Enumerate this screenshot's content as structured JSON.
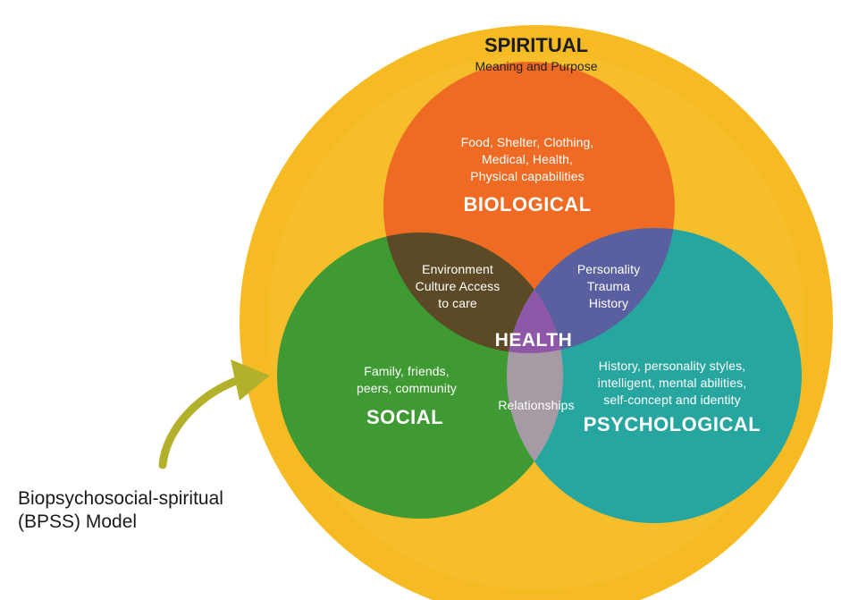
{
  "spiritual": {
    "title": "SPIRITUAL",
    "subtitle": "Meaning and Purpose"
  },
  "biological": {
    "title": "BIOLOGICAL",
    "lines": [
      "Food, Shelter, Clothing,",
      "Medical, Health,",
      "Physical capabilities"
    ]
  },
  "social": {
    "title": "SOCIAL",
    "lines": [
      "Family, friends,",
      "peers, community"
    ]
  },
  "psychological": {
    "title": "PSYCHOLOGICAL",
    "lines": [
      "History, personality styles,",
      "intelligent, mental abilities,",
      "self-concept and identity"
    ]
  },
  "overlaps": {
    "bio_social": [
      "Environment",
      "Culture Access",
      "to care"
    ],
    "bio_psych": [
      "Personality",
      "Trauma",
      "History"
    ],
    "social_psych": "Relationships",
    "center": "HEALTH"
  },
  "caption": [
    "Biopsychosocial-spiritual",
    "(BPSS) Model"
  ],
  "colors": {
    "spiritual": "#f6bb22",
    "biological": "#ef6a22",
    "social": "#3f9a34",
    "psychological": "#27a6a0",
    "center": "#8e57a8",
    "arrow": "#b3b12b"
  }
}
